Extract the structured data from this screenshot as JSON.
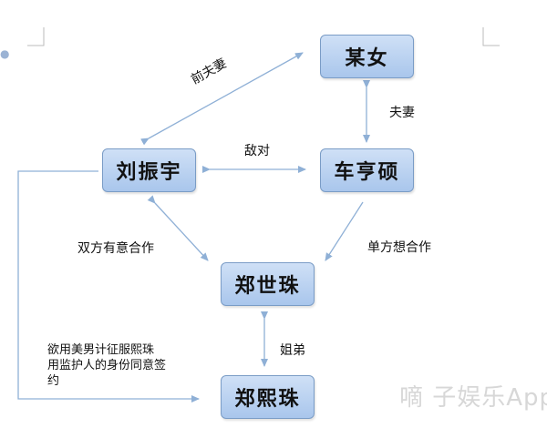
{
  "nodes": {
    "mou_nv": "某女",
    "liu": "刘振宇",
    "che": "车亨硕",
    "zheng_shi_zhu": "郑世珠",
    "zheng_xi_zhu": "郑熙珠"
  },
  "edges": {
    "ex_husband": "前夫妻",
    "husband_wife": "夫妻",
    "rival": "敌对",
    "mutual_coop": "双方有意合作",
    "one_side_coop": "单方想合作",
    "siblings": "姐弟",
    "note_line1": "欲用美男计征服熙珠",
    "note_line2": "用监护人的身份同意签",
    "note_line3": "约"
  },
  "colors": {
    "node_border": "#7a9cc6",
    "connector": "#8fb0d6"
  },
  "watermark": "嘀 子娱乐App"
}
